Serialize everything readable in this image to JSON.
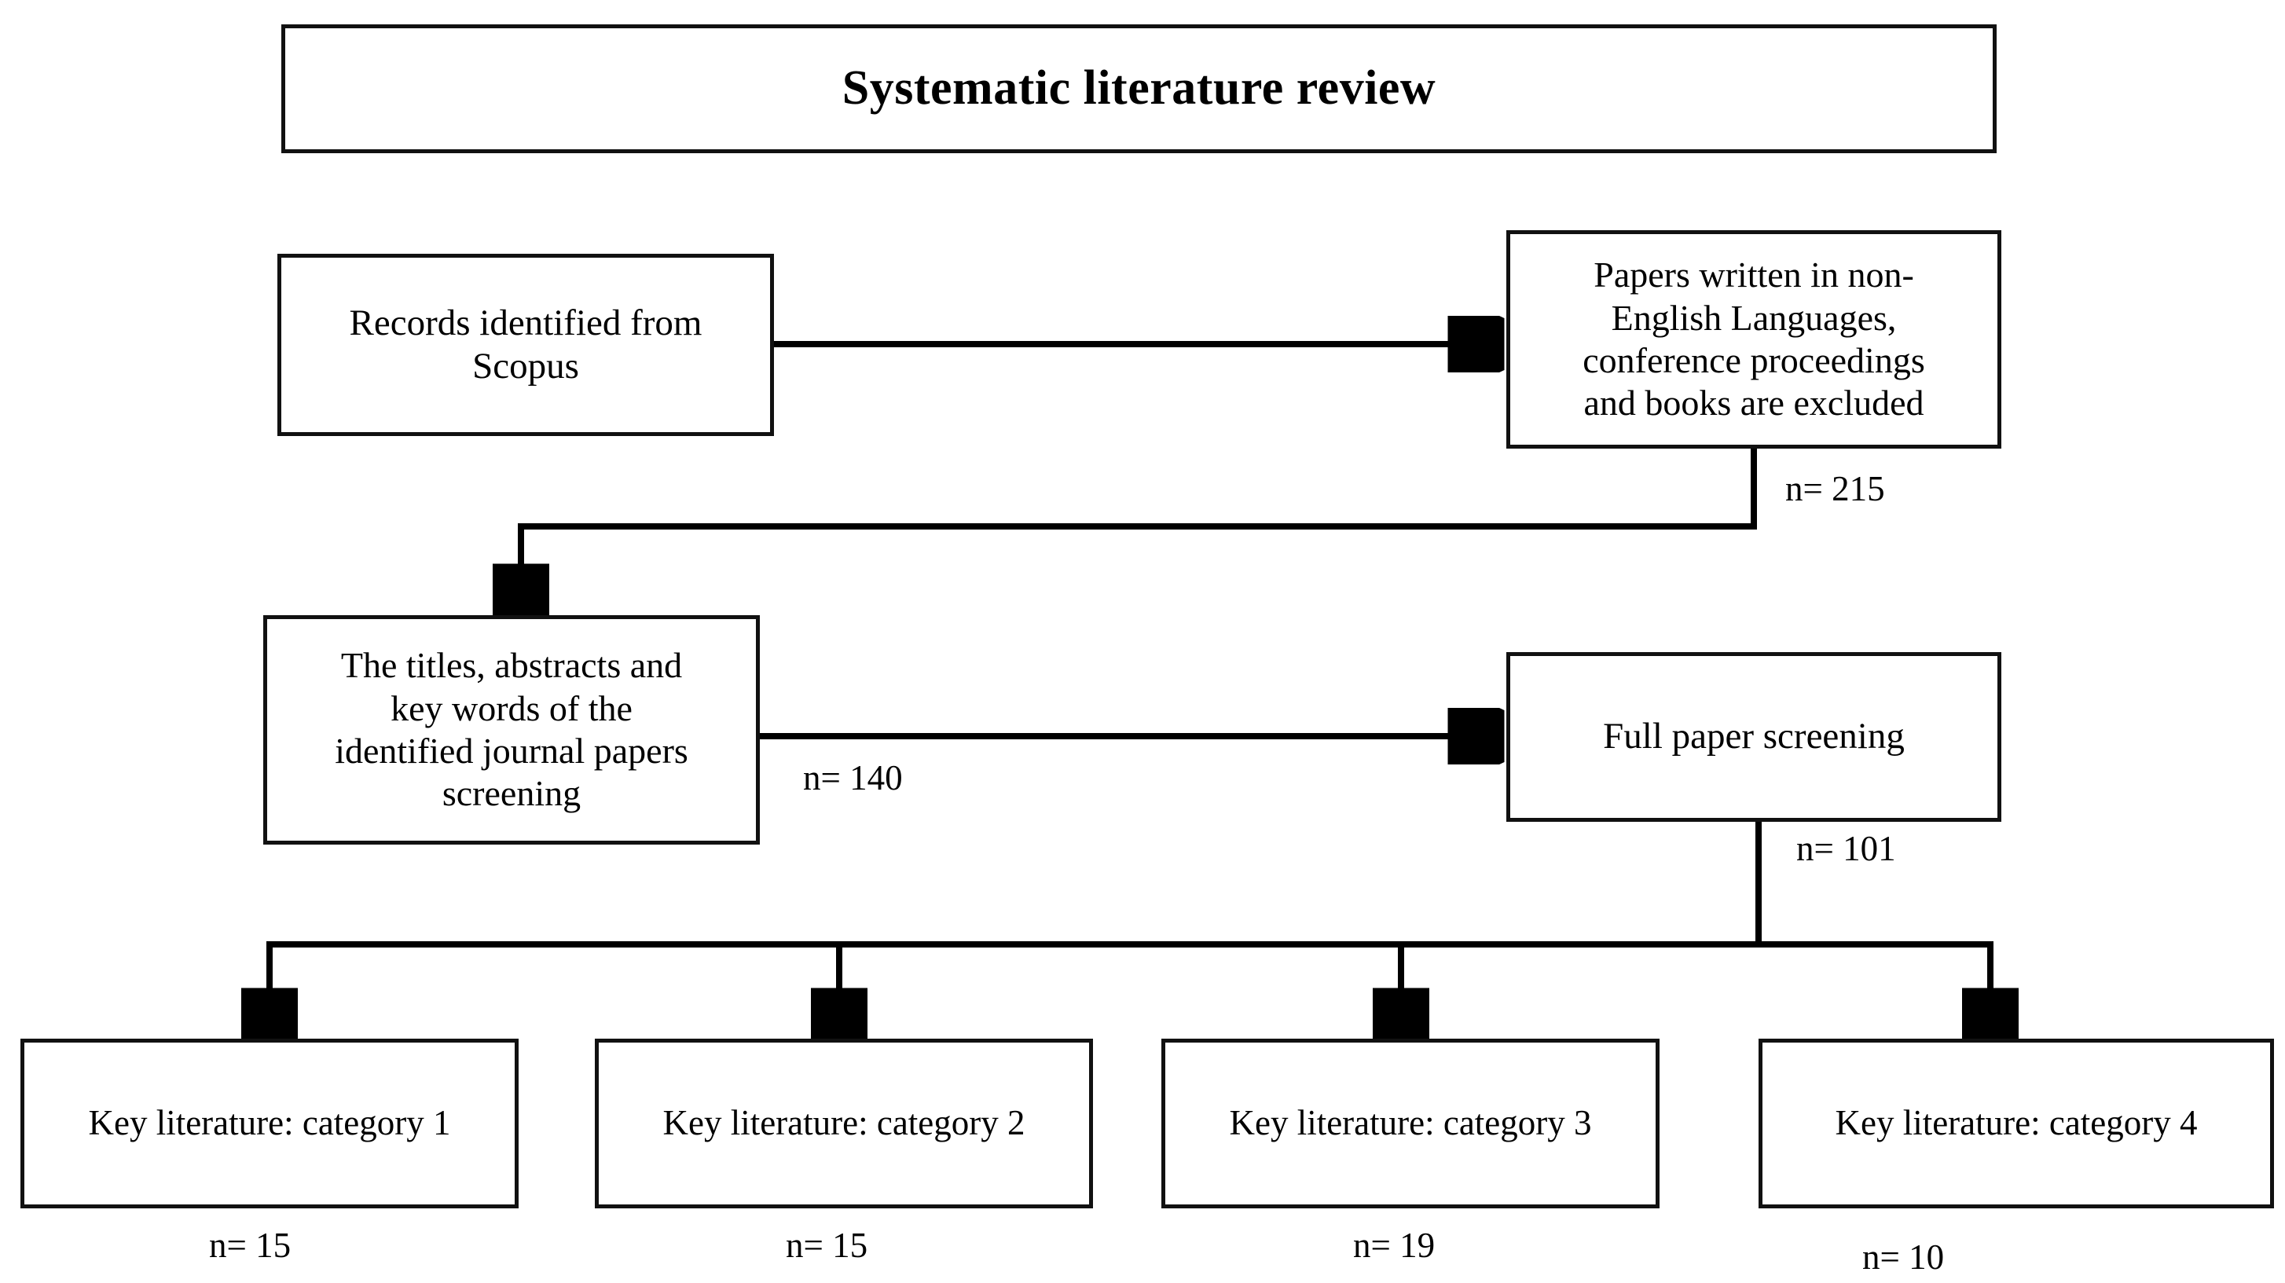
{
  "diagram": {
    "type": "flowchart",
    "title": "Systematic literature review",
    "nodes": {
      "title_box": "Systematic literature review",
      "records": "Records identified from\nScopus",
      "excluded": "Papers written in non-\nEnglish Languages,\nconference proceedings\nand books are excluded",
      "titles_screening": "The titles, abstracts and\nkey words of the\nidentified journal papers\nscreening",
      "full_paper": "Full paper screening",
      "category1": "Key literature: category 1",
      "category2": "Key literature: category 2",
      "category3": "Key literature: category 3",
      "category4": "Key literature: category 4"
    },
    "edge_labels": {
      "after_excluded": "n= 215",
      "after_titles_screening": "n= 140",
      "after_full_paper": "n= 101",
      "category1_count": "n= 15",
      "category2_count": "n= 15",
      "category3_count": "n= 19",
      "category4_count": "n= 10"
    },
    "colors": {
      "stroke": "#000000",
      "box_border": "#111111",
      "background": "#ffffff",
      "text": "#000000"
    }
  }
}
